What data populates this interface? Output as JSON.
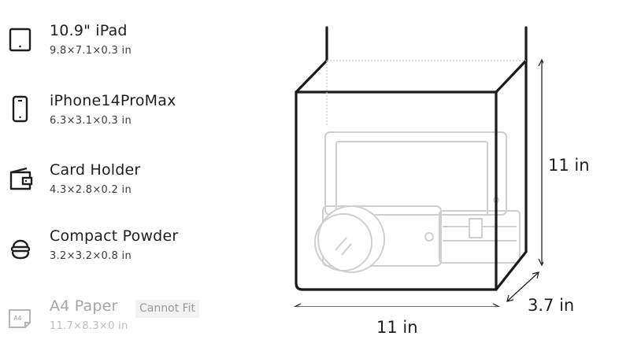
{
  "items": [
    {
      "name": "10.9\" iPad",
      "dims": "9.8×7.1×0.3 in",
      "icon": "tablet-icon",
      "fits": true
    },
    {
      "name": "iPhone14ProMax",
      "dims": "6.3×3.1×0.3 in",
      "icon": "phone-icon",
      "fits": true
    },
    {
      "name": "Card Holder",
      "dims": "4.3×2.8×0.2 in",
      "icon": "wallet-icon",
      "fits": true
    },
    {
      "name": "Compact Powder",
      "dims": "3.2×3.2×0.8 in",
      "icon": "compact-icon",
      "fits": true
    },
    {
      "name": "A4 Paper",
      "dims": "11.7×8.3×0 in",
      "icon": "a4-paper-icon",
      "fits": false,
      "badge": "Cannot Fit",
      "icon_text": "A4"
    }
  ],
  "bag": {
    "height_label": "11 in",
    "width_label": "11 in",
    "depth_label": "3.7 in"
  },
  "colors": {
    "text": "#1e1e1e",
    "muted": "#a6a6a6",
    "outline": "#1a1a1a",
    "content": "#cfcfcf"
  }
}
